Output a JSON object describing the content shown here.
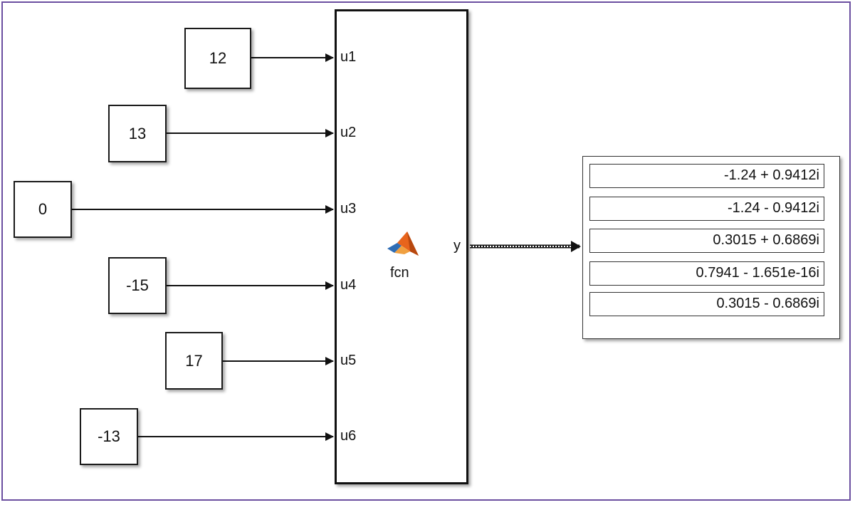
{
  "constants": [
    "12",
    "13",
    "0",
    "-15",
    "17",
    "-13"
  ],
  "function_block": {
    "name": "fcn",
    "inputs": [
      "u1",
      "u2",
      "u3",
      "u4",
      "u5",
      "u6"
    ],
    "output": "y",
    "icon": "matlab-logo-icon"
  },
  "display": {
    "values": [
      "-1.24 + 0.9412i",
      "-1.24 - 0.9412i",
      "0.3015 + 0.6869i",
      "0.7941 - 1.651e-16i",
      "0.3015 - 0.6869i"
    ]
  },
  "colors": {
    "frame": "#6b4fa0",
    "line": "#111111",
    "logo_orange": "#e8641c",
    "logo_blue": "#2f6db5"
  }
}
